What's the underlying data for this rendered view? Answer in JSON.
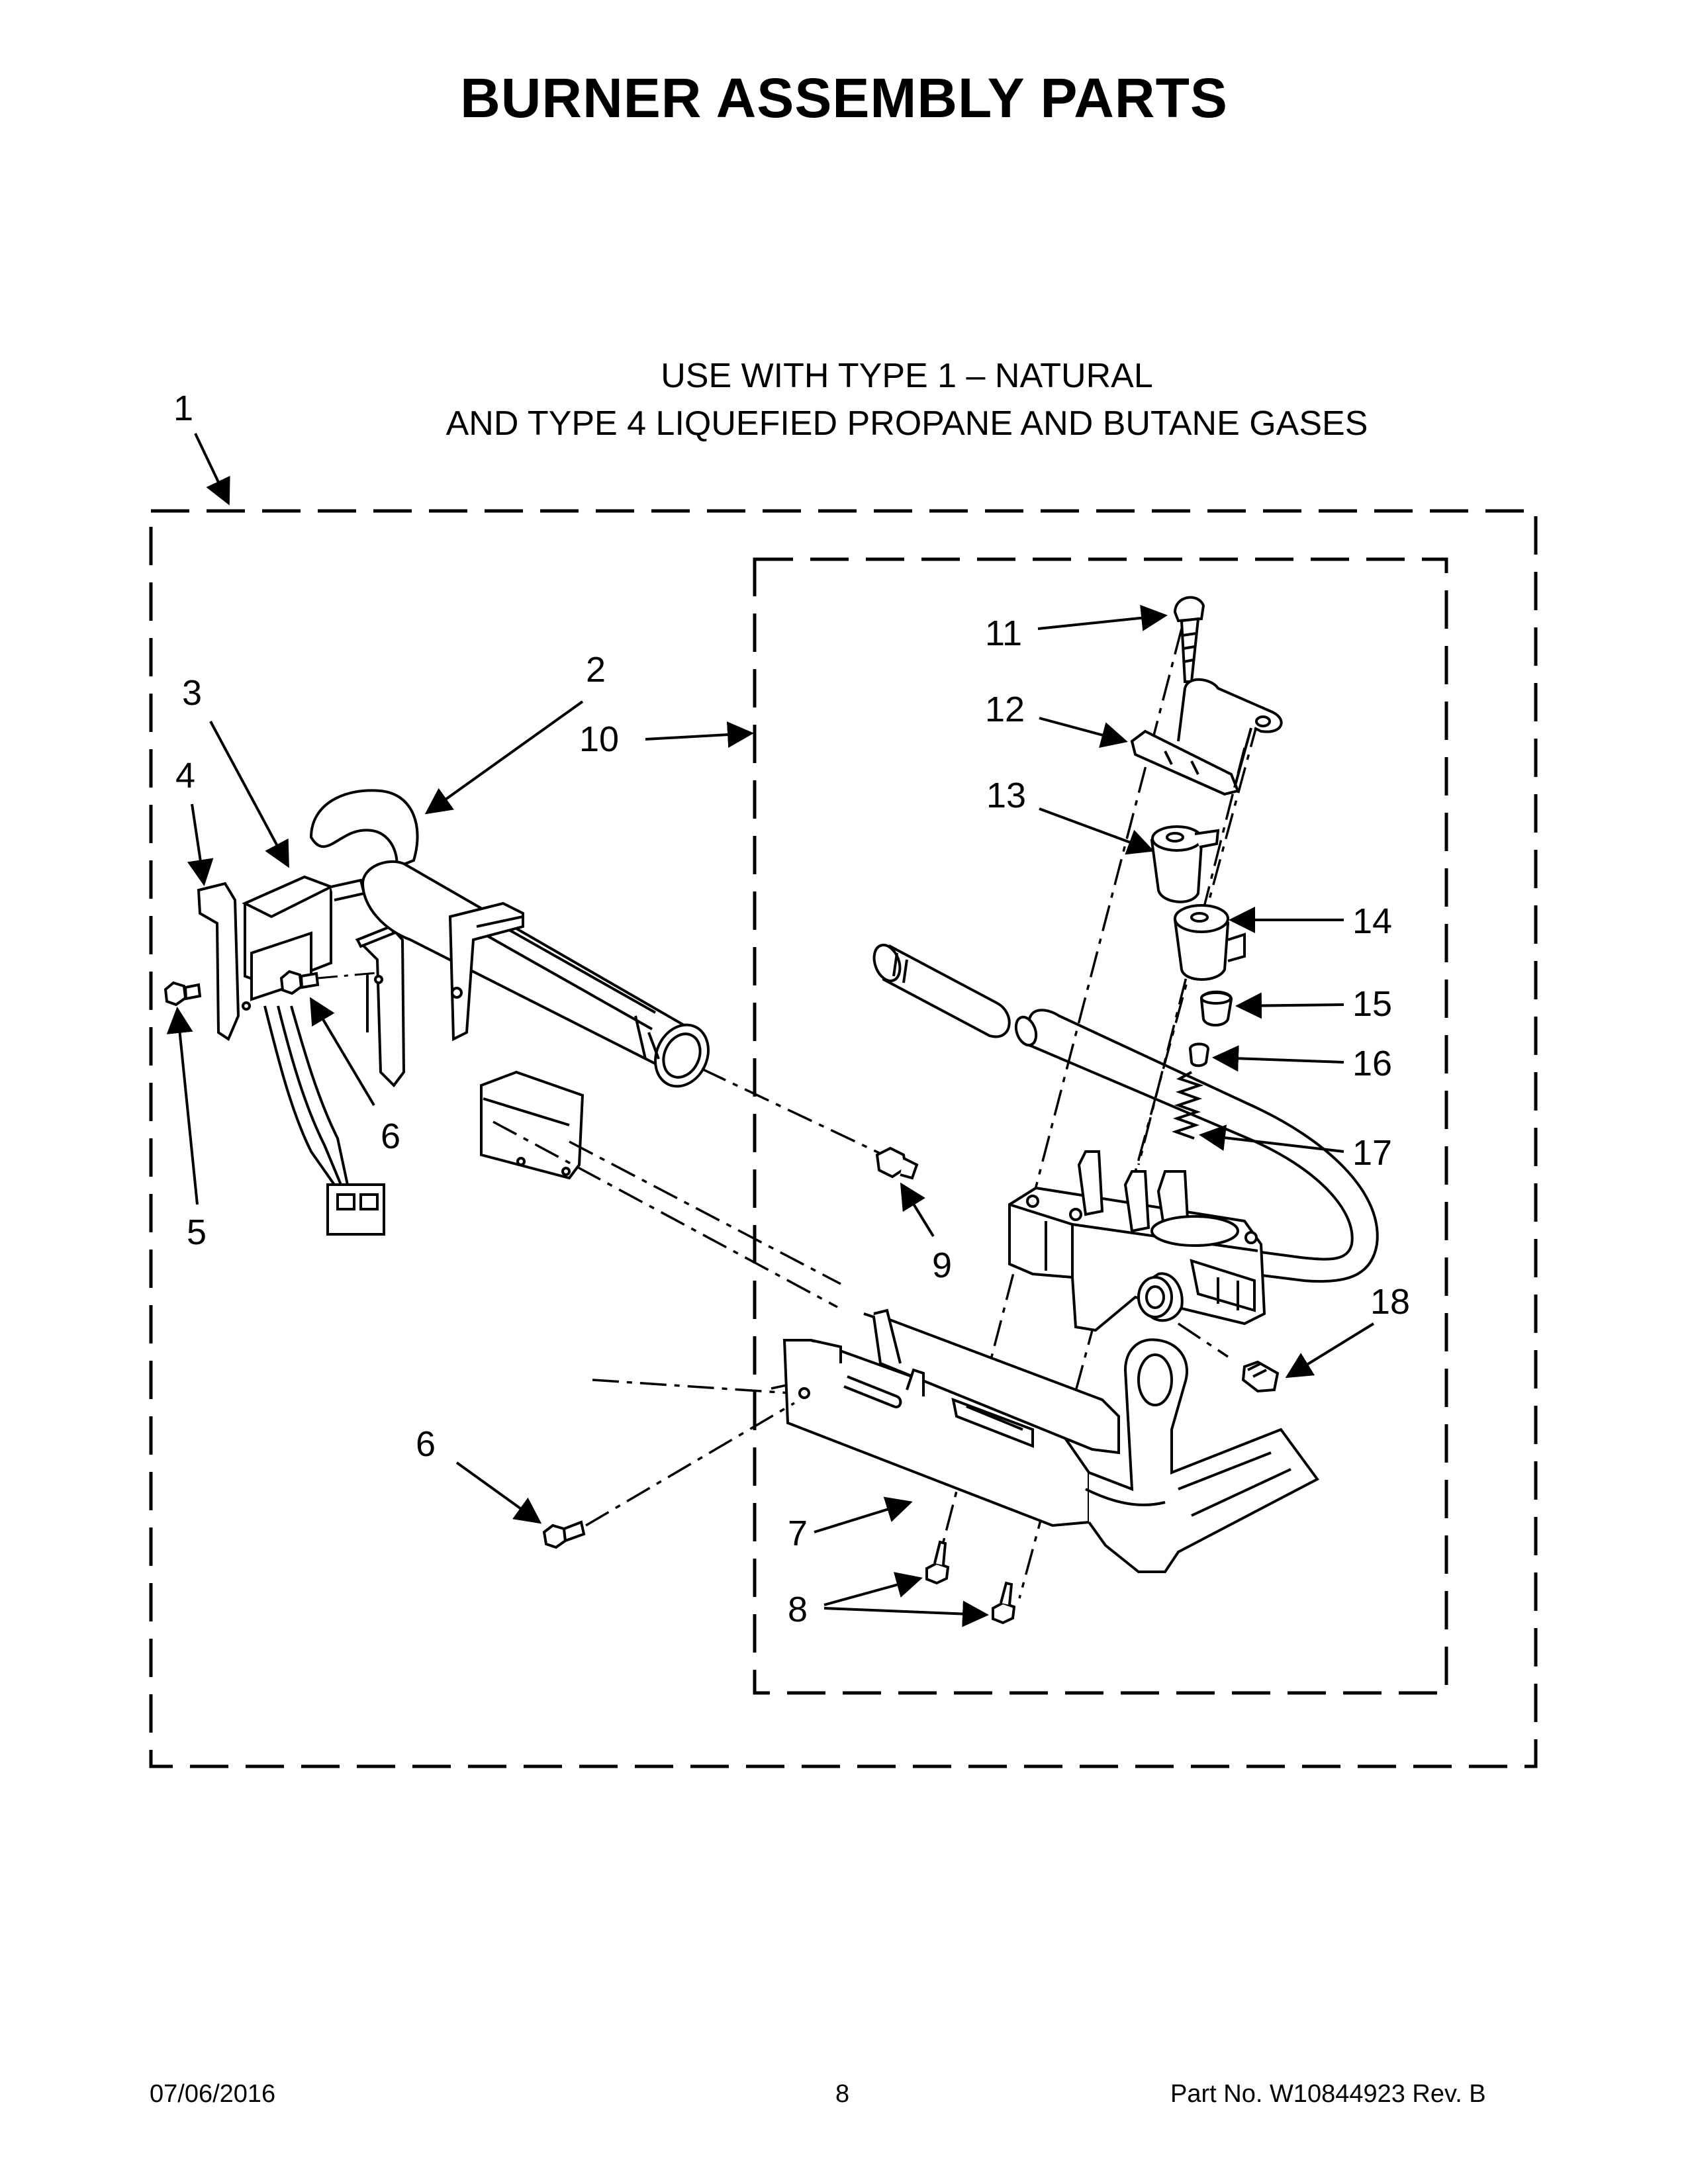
{
  "title": "BURNER ASSEMBLY PARTS",
  "subtitle_line1": "USE WITH TYPE 1 –  NATURAL",
  "subtitle_line2": "AND TYPE 4    LIQUEFIED PROPANE AND BUTANE GASES",
  "callouts": {
    "c1": "1",
    "c2": "2",
    "c3": "3",
    "c4": "4",
    "c5": "5",
    "c6a": "6",
    "c6b": "6",
    "c7": "7",
    "c8": "8",
    "c9": "9",
    "c10": "10",
    "c11": "11",
    "c12": "12",
    "c13": "13",
    "c14": "14",
    "c15": "15",
    "c16": "16",
    "c17": "17",
    "c18": "18"
  },
  "footer": {
    "date": "07/06/2016",
    "page": "8",
    "part": "Part No.  W10844923   Rev.  B"
  }
}
